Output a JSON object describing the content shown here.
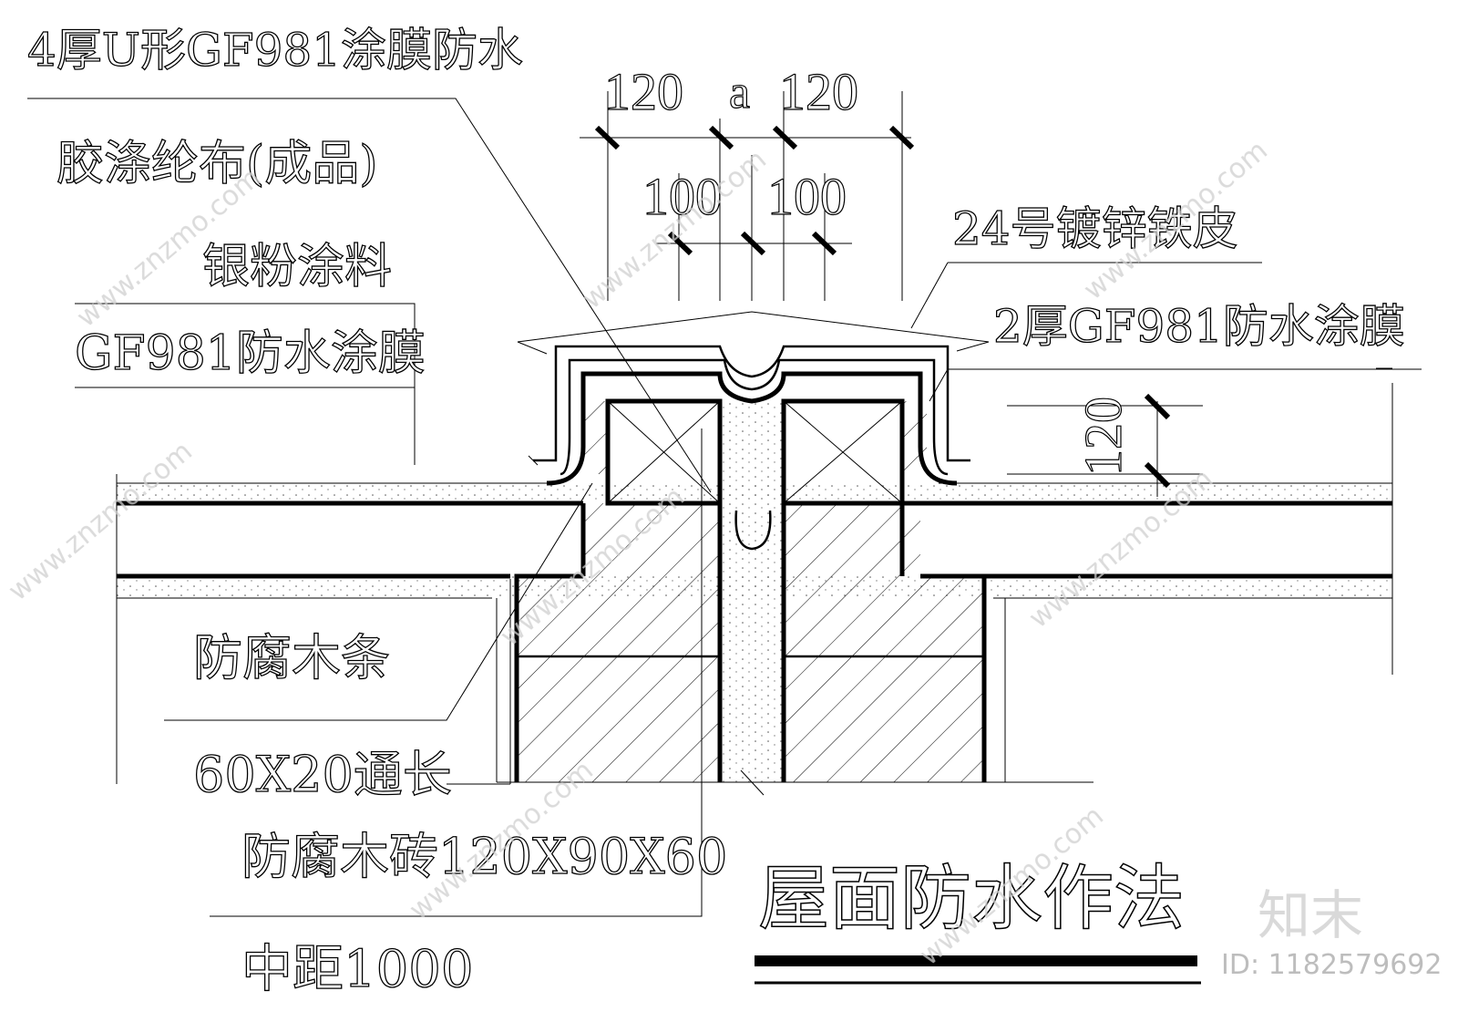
{
  "labels": {
    "u_membrane": "4厚U形GF981涂膜防水",
    "cloth": "胶涤纶布(成品)",
    "silver": "银粉涂料",
    "gf981": "GF981防水涂膜",
    "galv": "24号镀锌铁皮",
    "gf981_2": "2厚GF981防水涂膜",
    "wood_strip": "防腐木条",
    "strip_size": "60X20通长",
    "wood_brick": "防腐木砖120X90X60",
    "spacing": "中距1000"
  },
  "dims": {
    "top_left": "120",
    "top_mid": "a",
    "top_right": "120",
    "mid_left": "100",
    "mid_right": "100",
    "height": "120"
  },
  "title": "屋面防水作法",
  "watermark": {
    "site": "www.znzmo.com",
    "brand": "知末",
    "id": "ID: 1182579692"
  }
}
